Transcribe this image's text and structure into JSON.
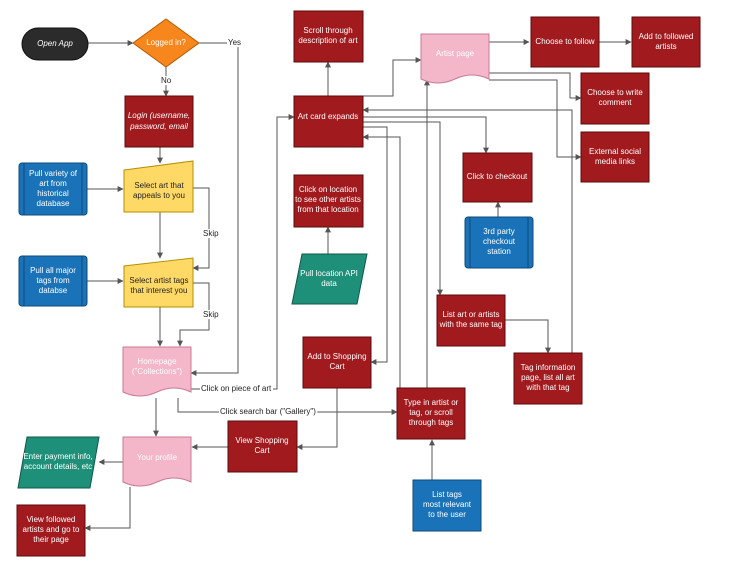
{
  "colors": {
    "dark_red": "#a01a1e",
    "red_stroke": "#5c0a0c",
    "blue": "#1a73b8",
    "blue_stroke": "#0d4a7a",
    "yellow": "#ffd966",
    "yellow_stroke": "#b38f00",
    "pink": "#f4b6c9",
    "pink_stroke": "#c97a96",
    "teal": "#1e8f78",
    "teal_stroke": "#0f5a4a",
    "orange": "#f7861c",
    "orange_stroke": "#b55b05",
    "black": "#2b2b2b",
    "edge": "#555555"
  },
  "nodes": {
    "open_app": "Open App",
    "logged_in": "Logged in?",
    "login": [
      "Login (username,",
      "password, email"
    ],
    "pull_variety": [
      "Pull variety of",
      "art from",
      "historical",
      "database"
    ],
    "select_art": [
      "Select art that",
      "appeals to you"
    ],
    "pull_tags": [
      "Pull all major",
      "tags from",
      "databse"
    ],
    "select_tags": [
      "Select artist tags",
      "that interest you"
    ],
    "homepage": [
      "Homepage",
      "(\"Collections\")"
    ],
    "your_profile": "Your profile",
    "enter_payment": [
      "Enter payment info,",
      "account details, etc"
    ],
    "view_followed": [
      "View followed",
      "artists and go to",
      "their page"
    ],
    "view_cart": [
      "View Shopping",
      "Cart"
    ],
    "scroll_desc": [
      "Scroll through",
      "description of art"
    ],
    "art_card": "Art card expands",
    "click_location": [
      "Click on location",
      "to see other artists",
      "from that location"
    ],
    "pull_location": [
      "Pull location API",
      "data"
    ],
    "add_cart": [
      "Add to Shopping",
      "Cart"
    ],
    "type_artist": [
      "Type in artist or",
      "tag, or scroll",
      "through tags"
    ],
    "list_tags": [
      "List tags",
      "most relevant",
      "to the user"
    ],
    "artist_page": "Artist page",
    "choose_follow": "Choose to follow",
    "add_followed": [
      "Add to followed",
      "artists"
    ],
    "choose_comment": [
      "Choose to write",
      "comment"
    ],
    "external_social": [
      "External social",
      "media links"
    ],
    "checkout": "Click to checkout",
    "third_party": [
      "3rd party",
      "checkout",
      "station"
    ],
    "list_same_tag": [
      "List art or artists",
      "with the same tag"
    ],
    "tag_info": [
      "Tag information",
      "page, list all art",
      "with that tag"
    ]
  },
  "edge_labels": {
    "yes": "Yes",
    "no": "No",
    "skip1": "Skip",
    "skip2": "Skip",
    "click_piece": "Click on piece of art",
    "click_search": "Click search bar (\"Gallery\")"
  }
}
